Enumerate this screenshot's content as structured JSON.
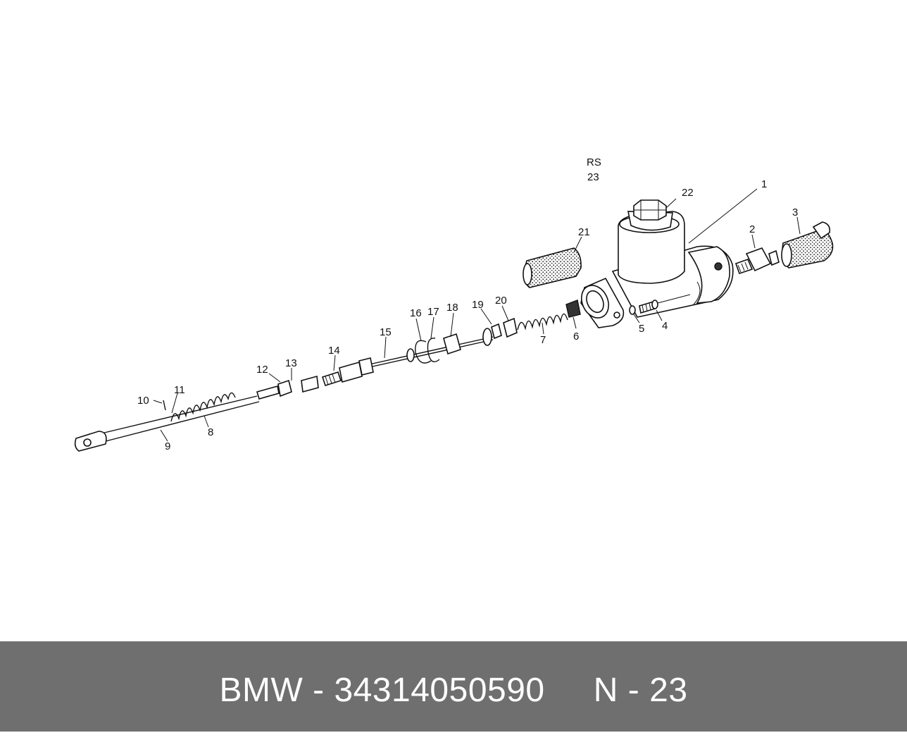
{
  "diagram": {
    "reference": [
      "RS",
      "23"
    ],
    "callouts": [
      {
        "id": "1",
        "label": "1"
      },
      {
        "id": "2",
        "label": "2"
      },
      {
        "id": "3",
        "label": "3"
      },
      {
        "id": "4",
        "label": "4"
      },
      {
        "id": "5",
        "label": "5"
      },
      {
        "id": "6",
        "label": "6"
      },
      {
        "id": "7",
        "label": "7"
      },
      {
        "id": "8",
        "label": "8"
      },
      {
        "id": "9",
        "label": "9"
      },
      {
        "id": "10",
        "label": "10"
      },
      {
        "id": "11",
        "label": "11"
      },
      {
        "id": "12",
        "label": "12"
      },
      {
        "id": "13",
        "label": "13"
      },
      {
        "id": "14",
        "label": "14"
      },
      {
        "id": "15",
        "label": "15"
      },
      {
        "id": "16",
        "label": "16"
      },
      {
        "id": "17",
        "label": "17"
      },
      {
        "id": "18",
        "label": "18"
      },
      {
        "id": "19",
        "label": "19"
      },
      {
        "id": "20",
        "label": "20"
      },
      {
        "id": "21",
        "label": "21"
      },
      {
        "id": "22",
        "label": "22"
      }
    ]
  },
  "footer": {
    "brand": "BMW",
    "separator": "-",
    "part_number": "34314050590",
    "page_ref": "N - 23"
  },
  "colors": {
    "footer_bg": "#6f6f6f",
    "footer_text": "#ffffff",
    "line": "#111111"
  }
}
